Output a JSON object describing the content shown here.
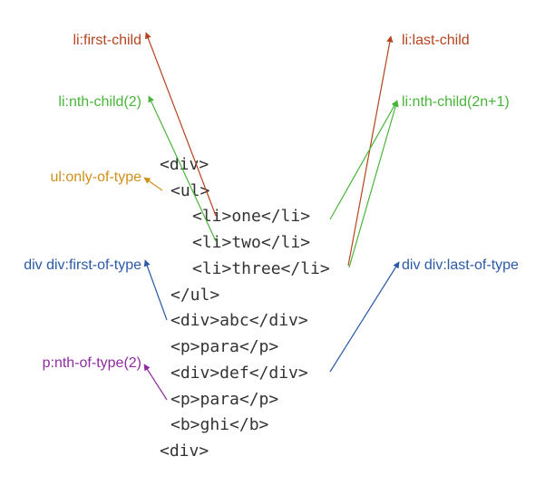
{
  "code_lines": [
    "<div>",
    "<ul>",
    "<li>one</li>",
    "<li>two</li>",
    "<li>three</li>",
    "</ul>",
    "<div>abc</div>",
    "<p>para</p>",
    "<div>def</div>",
    "<p>para</p>",
    "<b>ghi</b>",
    "<div>"
  ],
  "selectors": {
    "first_child": {
      "text": "li:first-child",
      "color": "#b5441f"
    },
    "last_child": {
      "text": "li:last-child",
      "color": "#b5441f"
    },
    "nth_child_2": {
      "text": "li:nth-child(2)",
      "color": "#49b53a"
    },
    "nth_child_2n1": {
      "text": "li:nth-child(2n+1)",
      "color": "#49b53a"
    },
    "only_of_type": {
      "text": "ul:only-of-type",
      "color": "#d0901a"
    },
    "first_of_type": {
      "text": "div div:first-of-type",
      "color": "#2b5aa6"
    },
    "last_of_type": {
      "text": "div div:last-of-type",
      "color": "#2b5aa6"
    },
    "nth_of_type_2": {
      "text": "p:nth-of-type(2)",
      "color": "#8e2ca0"
    }
  }
}
